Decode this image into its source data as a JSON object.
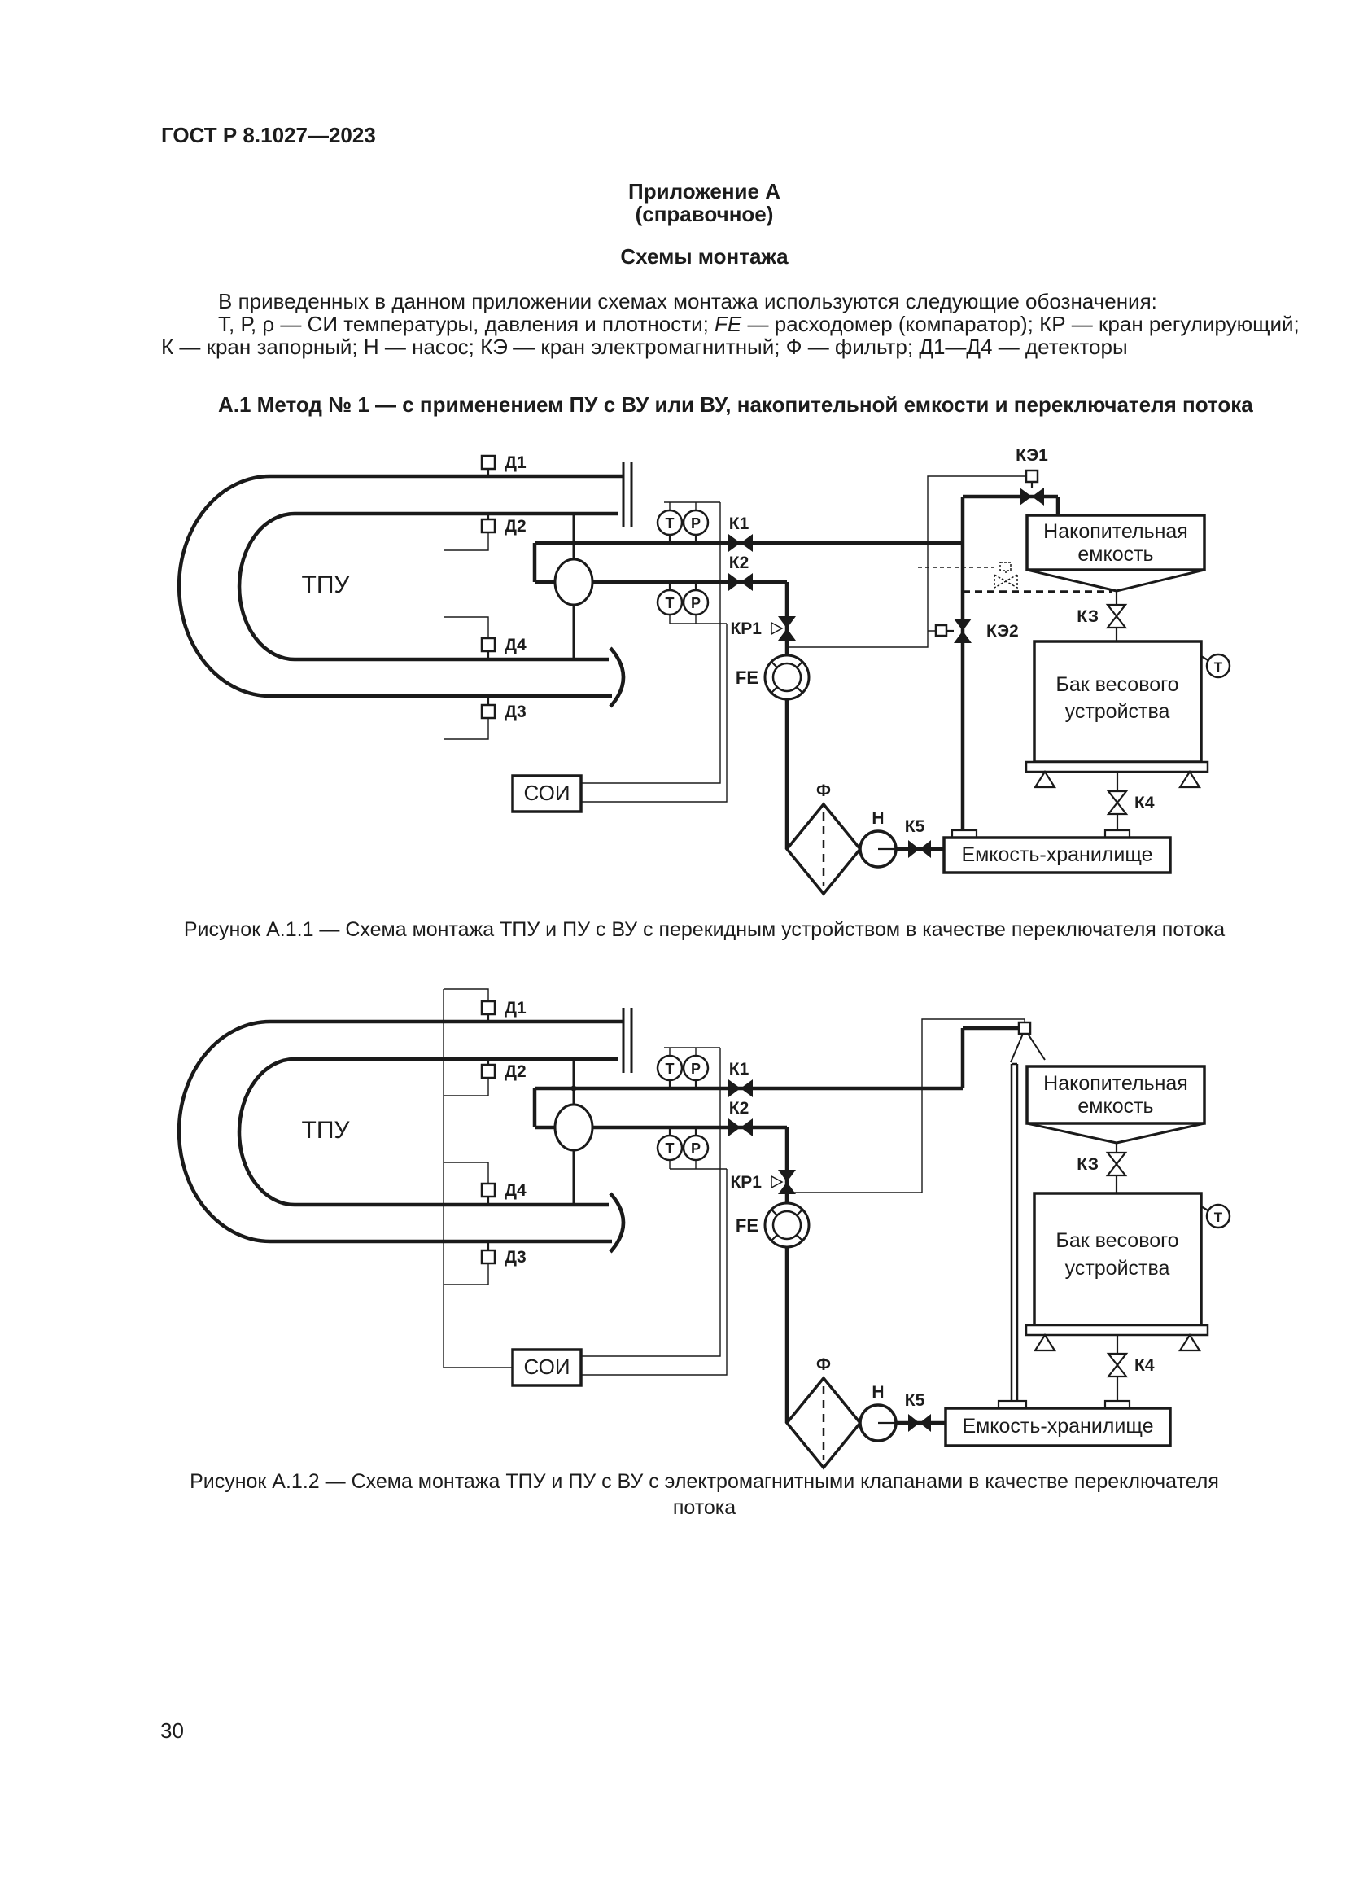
{
  "page": {
    "number": "30"
  },
  "header": {
    "doc_code": "ГОСТ Р 8.1027—2023"
  },
  "appendix": {
    "title": "Приложение А",
    "kind": "(справочное)",
    "section_title": "Схемы монтажа"
  },
  "intro": {
    "line1": "В приведенных в данном приложении схемах монтажа используются следующие обозначения:",
    "legend_pre": "Т, Р, ρ — СИ температуры, давления и плотности; ",
    "legend_fe": "FE",
    "legend_post": " — расходомер (компаратор); КР — кран регулирующий;",
    "legend_line2": "К — кран запорный; Н — насос; КЭ — кран электромагнитный; Ф — фильтр; Д1—Д4 — детекторы"
  },
  "method_heading": "А.1 Метод № 1 — с применением ПУ с ВУ или ВУ, накопительной емкости и переключателя потока",
  "figure1": {
    "caption": "Рисунок А.1.1 — Схема монтажа ТПУ и ПУ с ВУ с перекидным устройством в качестве переключателя потока",
    "labels": {
      "tpu": "ТПУ",
      "d1": "Д1",
      "d2": "Д2",
      "d3": "Д3",
      "d4": "Д4",
      "t": "Т",
      "p": "Р",
      "k1": "К1",
      "k2": "К2",
      "kr1": "КР1",
      "fe": "FE",
      "ke1": "КЭ1",
      "ke2": "КЭ2",
      "kz": "КЗ",
      "k4": "К4",
      "k5": "К5",
      "pump": "Н",
      "filter": "Ф",
      "soi": "СОИ",
      "accum_line1": "Накопительная",
      "accum_line2": "емкость",
      "weigh_line1": "Бак весового",
      "weigh_line2": "устройства",
      "storage": "Емкость-хранилище"
    }
  },
  "figure2": {
    "caption_line1": "Рисунок А.1.2 — Схема монтажа ТПУ и ПУ с ВУ с электромагнитными клапанами в качестве переключателя",
    "caption_line2": "потока",
    "labels": {
      "tpu": "ТПУ",
      "d1": "Д1",
      "d2": "Д2",
      "d3": "Д3",
      "d4": "Д4",
      "t": "Т",
      "p": "Р",
      "k1": "К1",
      "k2": "К2",
      "kr1": "КР1",
      "fe": "FE",
      "kz": "КЗ",
      "k4": "К4",
      "k5": "К5",
      "pump": "Н",
      "filter": "Ф",
      "soi": "СОИ",
      "accum_line1": "Накопительная",
      "accum_line2": "емкость",
      "weigh_line1": "Бак весового",
      "weigh_line2": "устройства",
      "storage": "Емкость-хранилище"
    }
  }
}
